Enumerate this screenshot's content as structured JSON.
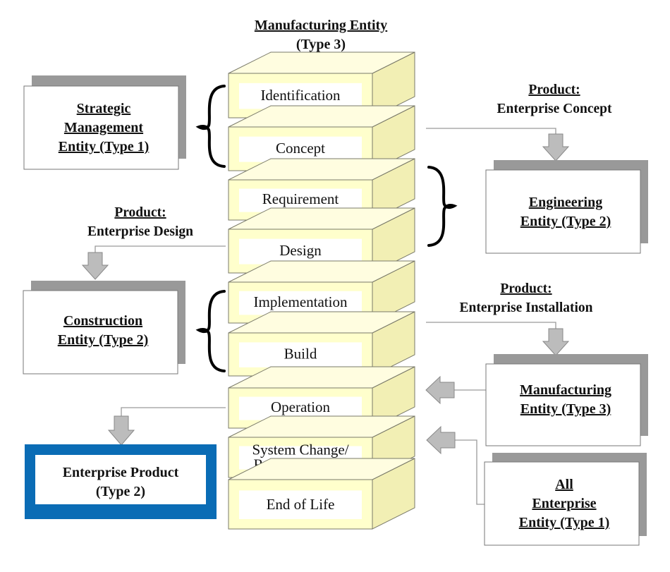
{
  "colors": {
    "stage_face": "#ffffcc",
    "stage_top": "#fffde0",
    "stage_side": "#f2efb4",
    "stage_inner": "#ffffff",
    "shadow": "#999999",
    "arrow": "#bcbcbc",
    "connector": "#9a9a9a",
    "product_frame": "#0a6cb5"
  },
  "title": {
    "line1": "Manufacturing Entity",
    "line2": "(Type 3)"
  },
  "stages": [
    {
      "label": "Identification"
    },
    {
      "label": "Concept"
    },
    {
      "label": "Requirement"
    },
    {
      "label": "Design"
    },
    {
      "label": "Implementation"
    },
    {
      "label": "Build"
    },
    {
      "label": "Operation"
    },
    {
      "label": "System Change/",
      "label2": "Re-Engineering"
    },
    {
      "label": "End of Life"
    }
  ],
  "entities": {
    "strategic": {
      "line1": "Strategic",
      "line2": "Management",
      "line3": "Entity (Type 1)"
    },
    "engineering": {
      "line1": "Engineering",
      "line2": "Entity (Type 2)"
    },
    "construction": {
      "line1": "Construction",
      "line2": "Entity (Type 2)"
    },
    "manufacturing": {
      "line1": "Manufacturing",
      "line2": "Entity (Type 3)"
    },
    "all_enterprise": {
      "line1": "All",
      "line2": "Enterprise",
      "line3": "Entity (Type 1)"
    },
    "enterprise_product": {
      "line1": "Enterprise Product",
      "line2": "(Type 2)"
    }
  },
  "products": {
    "concept": {
      "line1": "Product:",
      "line2": "Enterprise Concept"
    },
    "design": {
      "line1": "Product:",
      "line2": "Enterprise Design"
    },
    "installation": {
      "line1": "Product:",
      "line2": "Enterprise Installation"
    }
  }
}
